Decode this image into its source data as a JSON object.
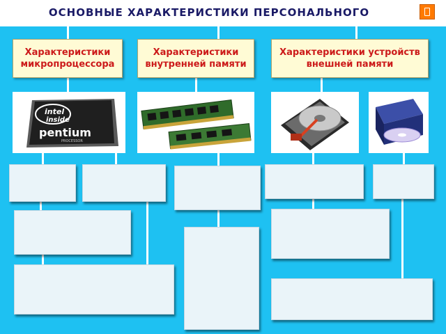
{
  "title": "ОСНОВНЫЕ ХАРАКТЕРИСТИКИ ПЕРСОНАЛЬНОГО КОМПЬЮТЕРА",
  "headers": {
    "cpu": "Характеристики\nмикропроцессора",
    "ram": "Характеристики\nвнутренней памяти",
    "ext": "Характеристики устройств\nвнешней памяти"
  },
  "chip": {
    "line1": "intel",
    "line2": "inside",
    "line3": "pentium",
    "line4": "PROCESSOR"
  },
  "colors": {
    "background": "#1ec1f2",
    "header_fill": "#fffbd5",
    "header_text": "#cc1a1a",
    "title_text": "#1a1a66",
    "empty_box": "#eaf4f9",
    "corner_button": "#ff7a00"
  },
  "icons": [
    "cpu-chip-image",
    "ram-module-image",
    "hard-disk-image",
    "optical-drive-image",
    "exit-icon"
  ]
}
